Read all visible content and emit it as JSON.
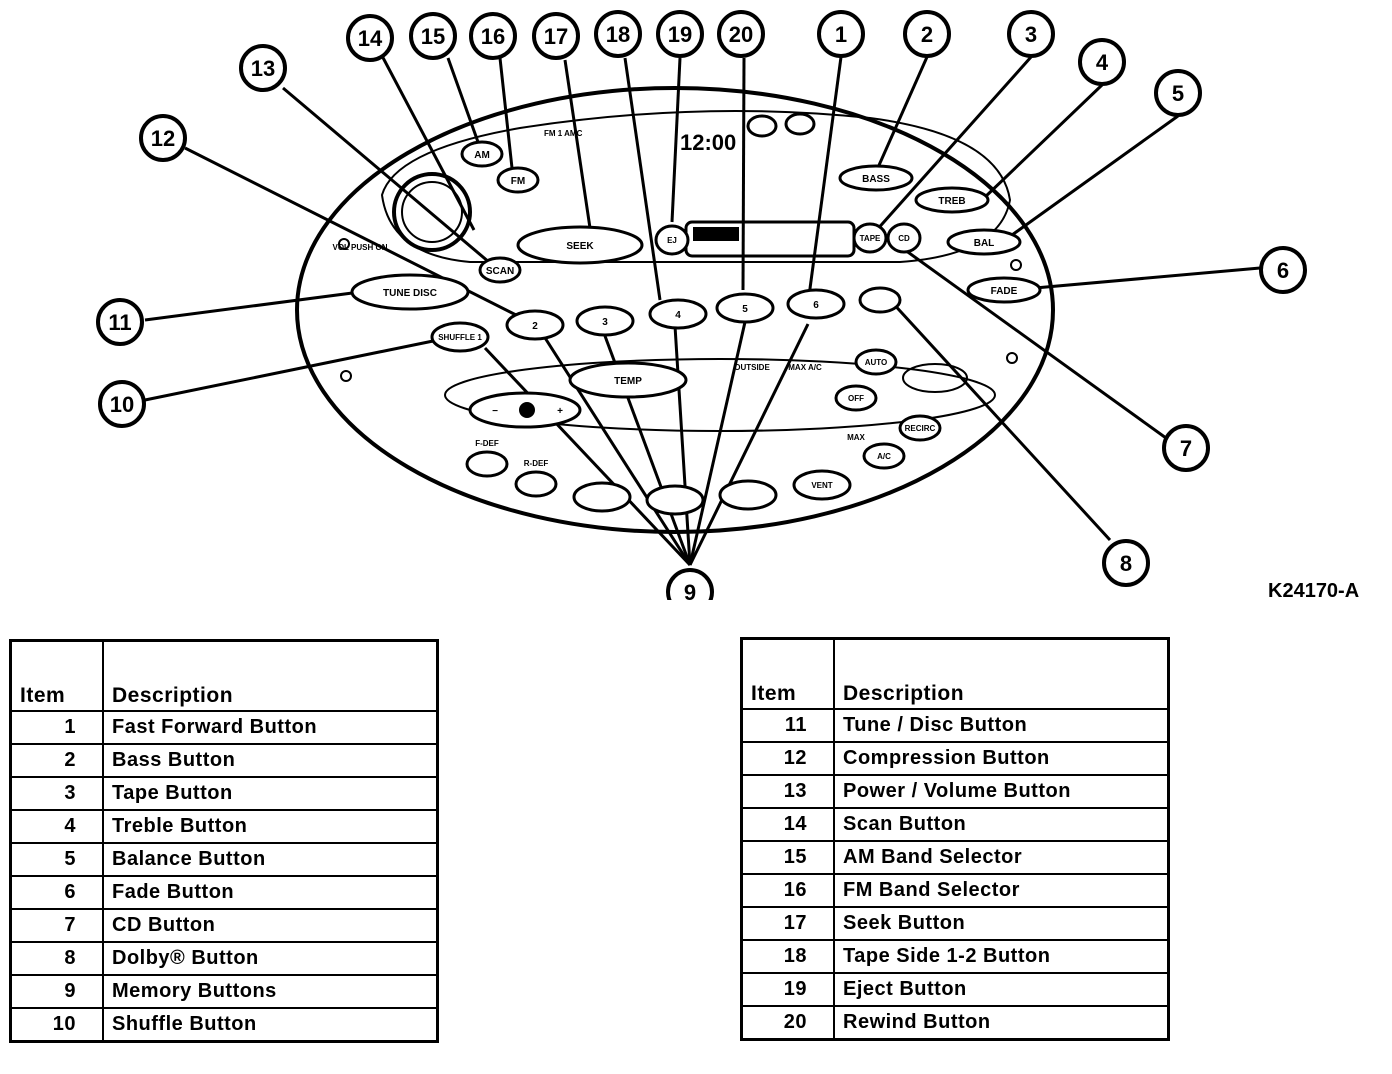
{
  "figure_id": "K24170-A",
  "panel": {
    "display": {
      "band": "FM 1\nAMC",
      "readout": "12:00"
    },
    "buttons": {
      "am": "AM",
      "fm": "FM",
      "seek": "SEEK",
      "tune": "TUNE\nDISC",
      "scan": "SCAN",
      "vol": "VOL\nPUSH ON",
      "bass": "BASS",
      "treb": "TREB",
      "bal": "BAL",
      "fade": "FADE",
      "tape": "TAPE",
      "cd": "CD",
      "eject": "EJ",
      "shuffle": "SHUFFLE\n1",
      "mem2": "2",
      "mem3": "3",
      "mem4": "4",
      "mem5": "5",
      "mem6": "6",
      "temp": "TEMP",
      "auto": "AUTO",
      "off": "OFF",
      "vent": "VENT",
      "recirc": "RECIRC",
      "ac": "A/C",
      "max": "MAX",
      "rdef": "R-DEF",
      "fdef": "F-DEF",
      "outside": "OUTSIDE",
      "max_ac": "MAX A/C"
    }
  },
  "callouts": [
    "1",
    "2",
    "3",
    "4",
    "5",
    "6",
    "7",
    "8",
    "9",
    "10",
    "11",
    "12",
    "13",
    "14",
    "15",
    "16",
    "17",
    "18",
    "19",
    "20"
  ],
  "legend": {
    "header_item": "Item",
    "header_description": "Description",
    "left": [
      {
        "item": "1",
        "description": "Fast Forward Button"
      },
      {
        "item": "2",
        "description": "Bass Button"
      },
      {
        "item": "3",
        "description": "Tape Button"
      },
      {
        "item": "4",
        "description": "Treble Button"
      },
      {
        "item": "5",
        "description": "Balance Button"
      },
      {
        "item": "6",
        "description": "Fade Button"
      },
      {
        "item": "7",
        "description": "CD Button"
      },
      {
        "item": "8",
        "description": "Dolby® Button"
      },
      {
        "item": "9",
        "description": "Memory Buttons"
      },
      {
        "item": "10",
        "description": "Shuffle Button"
      }
    ],
    "right": [
      {
        "item": "11",
        "description": "Tune / Disc Button"
      },
      {
        "item": "12",
        "description": "Compression Button"
      },
      {
        "item": "13",
        "description": "Power / Volume Button"
      },
      {
        "item": "14",
        "description": "Scan Button"
      },
      {
        "item": "15",
        "description": "AM Band Selector"
      },
      {
        "item": "16",
        "description": "FM Band Selector"
      },
      {
        "item": "17",
        "description": "Seek Button"
      },
      {
        "item": "18",
        "description": "Tape Side 1-2 Button"
      },
      {
        "item": "19",
        "description": "Eject Button"
      },
      {
        "item": "20",
        "description": "Rewind Button"
      }
    ]
  }
}
